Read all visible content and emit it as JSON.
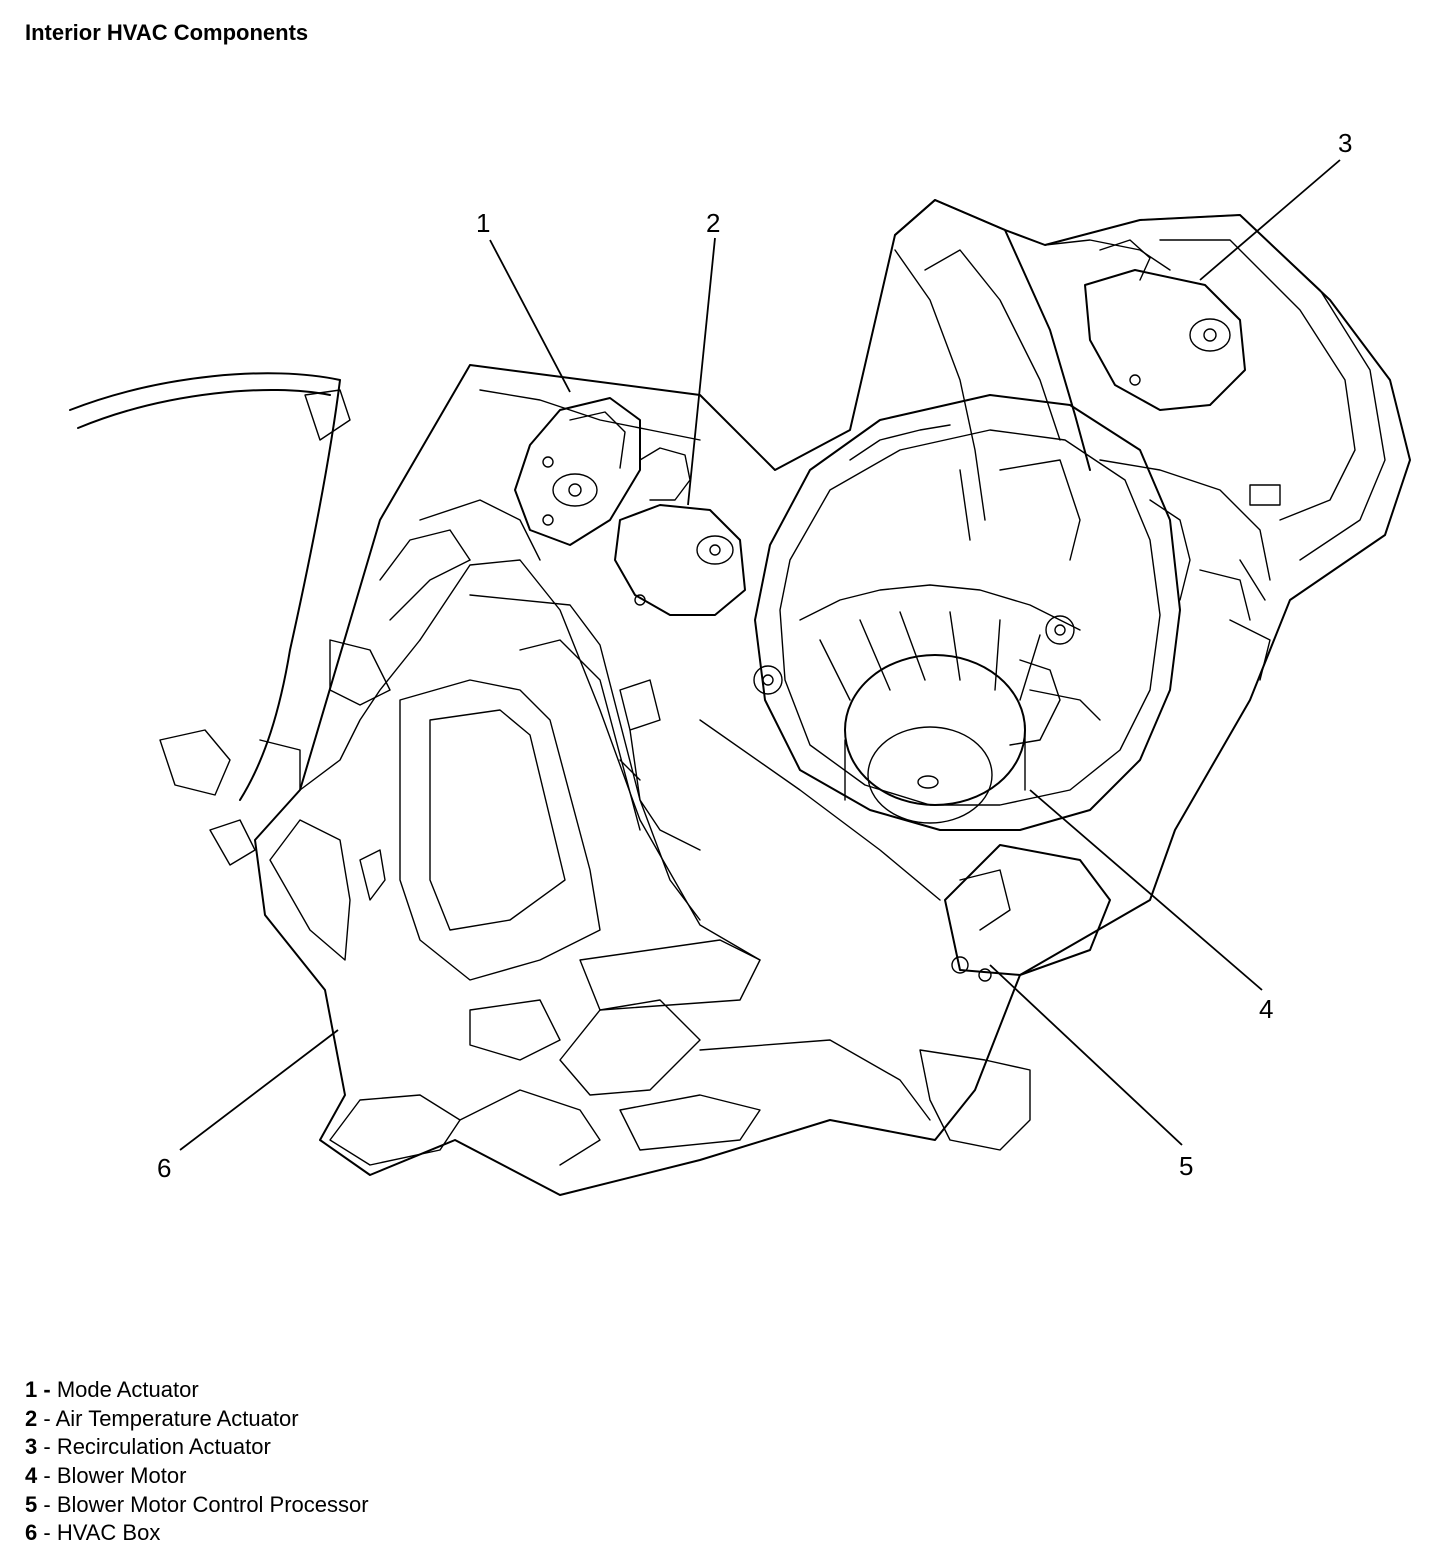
{
  "title": "Interior HVAC Components",
  "callouts": [
    {
      "id": "1",
      "label": "1"
    },
    {
      "id": "2",
      "label": "2"
    },
    {
      "id": "3",
      "label": "3"
    },
    {
      "id": "4",
      "label": "4"
    },
    {
      "id": "5",
      "label": "5"
    },
    {
      "id": "6",
      "label": "6"
    }
  ],
  "legend": [
    {
      "number": "1",
      "separator": " - ",
      "text": "Mode Actuator"
    },
    {
      "number": "2",
      "separator": " - ",
      "text": "Air Temperature Actuator"
    },
    {
      "number": "3",
      "separator": " - ",
      "text": "Recirculation Actuator"
    },
    {
      "number": "4",
      "separator": " - ",
      "text": "Blower Motor"
    },
    {
      "number": "5",
      "separator": " - ",
      "text": "Blower Motor Control Processor"
    },
    {
      "number": "6",
      "separator": " - ",
      "text": "HVAC Box"
    }
  ],
  "colors": {
    "stroke": "#000000",
    "background": "#ffffff"
  }
}
